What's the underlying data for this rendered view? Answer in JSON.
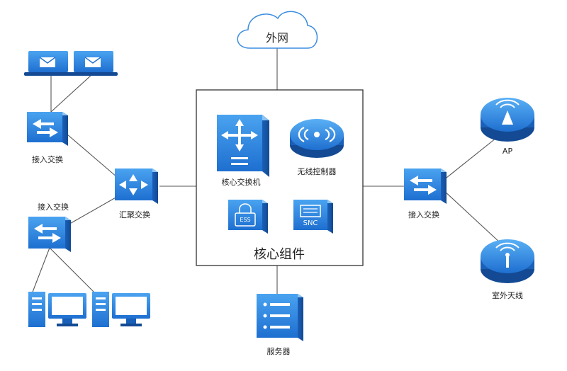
{
  "cloud": {
    "label": "外网"
  },
  "core": {
    "title": "核心组件",
    "core_switch": "核心交换机",
    "wireless_controller": "无线控制器",
    "ess": "ESS",
    "snc": "SNC"
  },
  "left": {
    "access_switch_top": "接入交换",
    "access_switch_bottom": "接入交换",
    "aggregation_switch": "汇聚交换"
  },
  "right": {
    "access_switch": "接入交换",
    "ap": "AP",
    "outdoor_antenna": "室外天线"
  },
  "server": {
    "label": "服务器"
  },
  "colors": {
    "primary": "#1e6fd0",
    "light": "#4aa3f0",
    "line": "#555555"
  }
}
